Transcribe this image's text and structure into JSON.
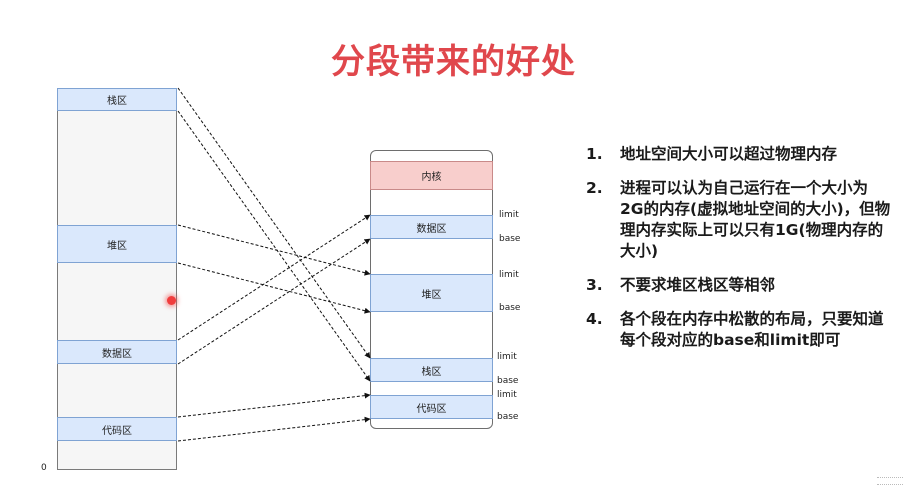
{
  "title": "分段带来的好处",
  "virtual_space": {
    "segments": [
      "栈区",
      "堆区",
      "数据区",
      "代码区"
    ],
    "zero_label": "0"
  },
  "physical_memory": {
    "segments": [
      "内核",
      "数据区",
      "堆区",
      "栈区",
      "代码区"
    ],
    "marker_labels": {
      "limit": "limit",
      "base": "base"
    }
  },
  "points": [
    {
      "num": "1.",
      "text": "地址空间大小可以超过物理内存"
    },
    {
      "num": "2.",
      "text": "进程可以认为自己运行在一个大小为2G的内存(虚拟地址空间的大小)，但物理内存实际上可以只有1G(物理内存的大小)"
    },
    {
      "num": "3.",
      "text": "不要求堆区栈区等相邻"
    },
    {
      "num": "4.",
      "text": "各个段在内存中松散的布局，只要知道每个段对应的base和limit即可"
    }
  ],
  "colors": {
    "title": "#e0474c",
    "segment_fill": "#dae8fc",
    "kernel_fill": "#f8cecc",
    "pointer": "#f03c3c"
  }
}
